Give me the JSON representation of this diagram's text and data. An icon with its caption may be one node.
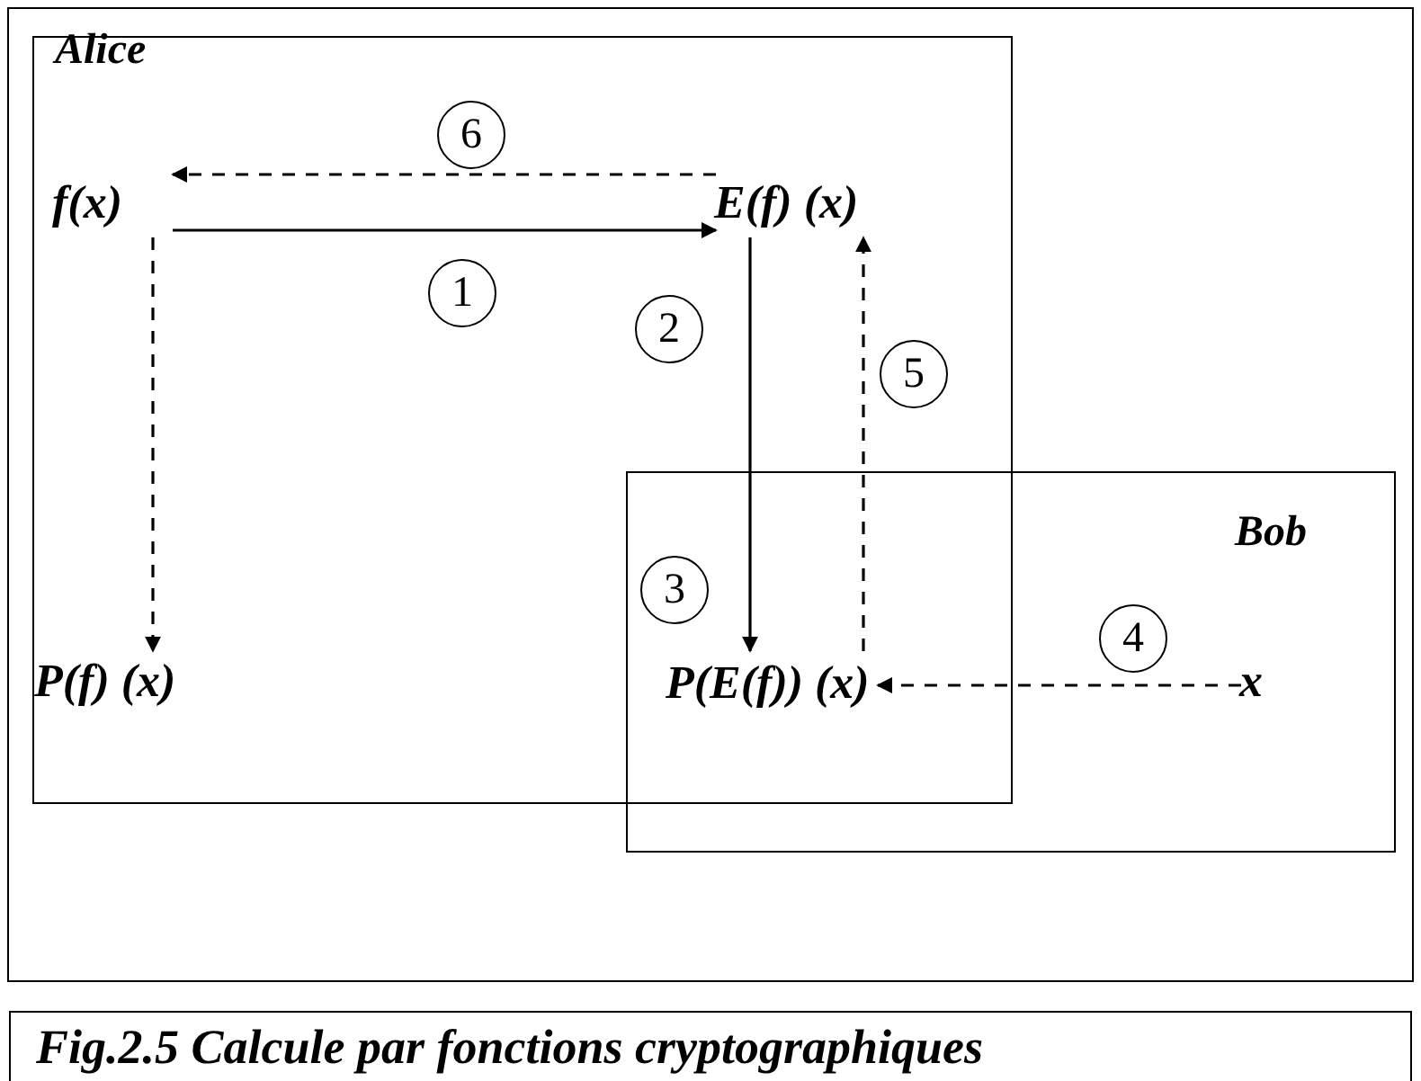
{
  "diagram": {
    "caption": "Fig.2.5 Calcule par fonctions cryptographiques",
    "nodes": [
      {
        "text": [],
        "shape": "box"
      },
      {
        "text": [
          "Alice"
        ],
        "in": 0
      },
      {
        "text": [
          "Bob"
        ],
        "in": 0
      },
      {
        "text": [
          "f(x)"
        ],
        "in": 1
      },
      {
        "text": [
          "E(f) (x)"
        ],
        "in": 1
      },
      {
        "text": [
          "P(f) (x)"
        ],
        "in": 1
      },
      {
        "text": [
          "P(E(f)) (x)"
        ]
      },
      {
        "text": [
          "x"
        ],
        "in": 2
      }
    ],
    "edges": [
      {
        "from": 3,
        "to": 4,
        "arrow": "to",
        "label": "1"
      },
      {
        "from": 4,
        "to": 6,
        "arrow": "to",
        "label": "2"
      },
      {
        "from": 7,
        "to": 6,
        "arrow": "to",
        "label": "4",
        "style": "dashed"
      },
      {
        "from": 6,
        "to": 4,
        "arrow": "to",
        "label": "5",
        "style": "dashed"
      },
      {
        "from": 4,
        "to": 3,
        "arrow": "to",
        "label": "6",
        "style": "dashed"
      },
      {
        "from": 3,
        "to": 5,
        "arrow": "to",
        "style": "dashed"
      }
    ],
    "labels": [
      "3"
    ]
  }
}
